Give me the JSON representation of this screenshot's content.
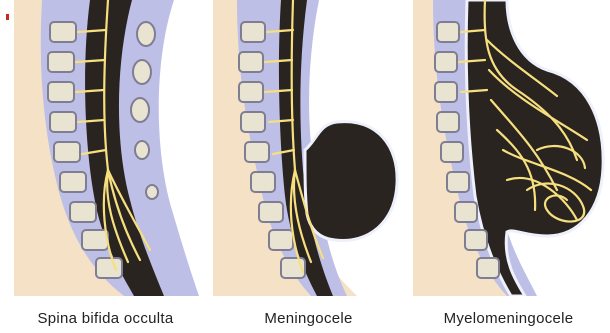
{
  "colors": {
    "skin": "#f5e2c6",
    "skin_shadow": "#e6cba6",
    "spine_body": "#bdbfe6",
    "vertebra_fill": "#e9e4d2",
    "vertebra_edge": "#7f7d92",
    "canal": "#2a2420",
    "nerve": "#f6df7e",
    "nerve_dark": "#c9a64a",
    "sac_rim": "#eef0fb",
    "caption_text": "#222222",
    "accent_mark": "#c8281e"
  },
  "figures": [
    {
      "id": "spina-bifida-occulta",
      "caption": "Spina bifida occulta"
    },
    {
      "id": "meningocele",
      "caption": "Meningocele"
    },
    {
      "id": "myelomeningocele",
      "caption": "Myelomeningocele"
    }
  ]
}
